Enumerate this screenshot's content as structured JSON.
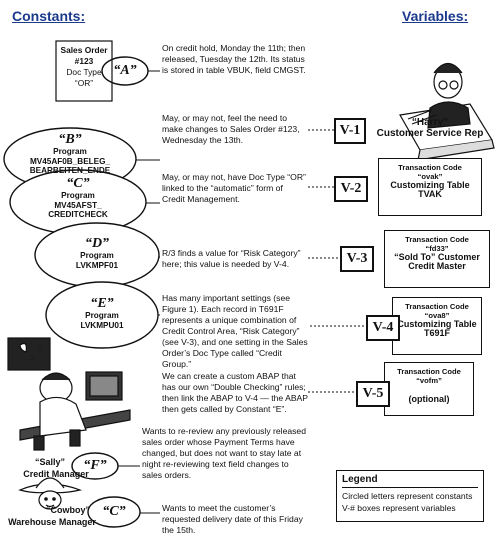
{
  "headers": {
    "constants": "Constants:",
    "variables": "Variables:"
  },
  "constants": [
    {
      "id": "A",
      "letter": "“A”",
      "lines": [
        "Sales Order",
        "#123",
        "Doc Type",
        "“OR”"
      ]
    },
    {
      "id": "B",
      "letter": "“B”",
      "lines": [
        "Program",
        "MV45AF0B_BELEG_",
        "BEARBEITEN_ENDE"
      ]
    },
    {
      "id": "C",
      "letter": "“C”",
      "lines": [
        "Program",
        "MV45AFST_",
        "CREDITCHECK"
      ]
    },
    {
      "id": "D",
      "letter": "“D”",
      "lines": [
        "Program",
        "LVKMPF01"
      ]
    },
    {
      "id": "E",
      "letter": "“E”",
      "lines": [
        "Program",
        "LVKMPU01"
      ]
    },
    {
      "id": "F",
      "letter": "“F”",
      "person": "“Sally”",
      "role": "Credit Manager"
    },
    {
      "id": "G",
      "letter": "“C”",
      "person": "“Cowboy”",
      "role": "Warehouse Manager"
    }
  ],
  "descriptions": {
    "a": "On credit hold, Monday the 11th; then released, Tuesday the 12th. Its status is stored in table VBUK, field CMGST.",
    "b": "May, or may not, feel the need to make changes to Sales Order #123, Wednesday the 13th.",
    "c": "May, or may not, have Doc Type “OR” linked to the “automatic” form of Credit Management.",
    "d": "R/3 finds a value for “Risk Category” here; this value is needed by V-4.",
    "e": "Has many important settings (see Figure 1). Each record in T691F represents a unique combination of Credit Control Area, “Risk Category” (see V-3), and one setting in the Sales Order’s Doc Type called “Credit Group.”",
    "abap": "We can create a custom ABAP that has our own “Double Checking” rules; then link the ABAP to V-4 — the ABAP then gets called by Constant “E”.",
    "f": "Wants to re-review any previously released sales order whose Payment Terms have changed, but does not want to stay late at night re-reviewing text field changes to sales orders.",
    "g": "Wants to meet the customer’s requested delivery date of this Friday the 15th."
  },
  "variables": [
    {
      "code": "V-1",
      "name": "“Harry”",
      "role": "Customer Service Rep"
    },
    {
      "code": "V-2",
      "lines": [
        "Transaction Code",
        "“ovak”",
        "Customizing Table",
        "TVAK"
      ]
    },
    {
      "code": "V-3",
      "lines": [
        "Transaction Code",
        "“fd33”",
        "“Sold To” Customer",
        "Credit Master"
      ]
    },
    {
      "code": "V-4",
      "lines": [
        "Transaction Code",
        "“ova8”",
        "Customizing Table",
        "T691F"
      ]
    },
    {
      "code": "V-5",
      "lines": [
        "Transaction Code",
        "“vofm”",
        "(optional)"
      ]
    }
  ],
  "legend": {
    "title": "Legend",
    "items": [
      "Circled letters represent constants",
      "V-# boxes represent variables"
    ]
  }
}
